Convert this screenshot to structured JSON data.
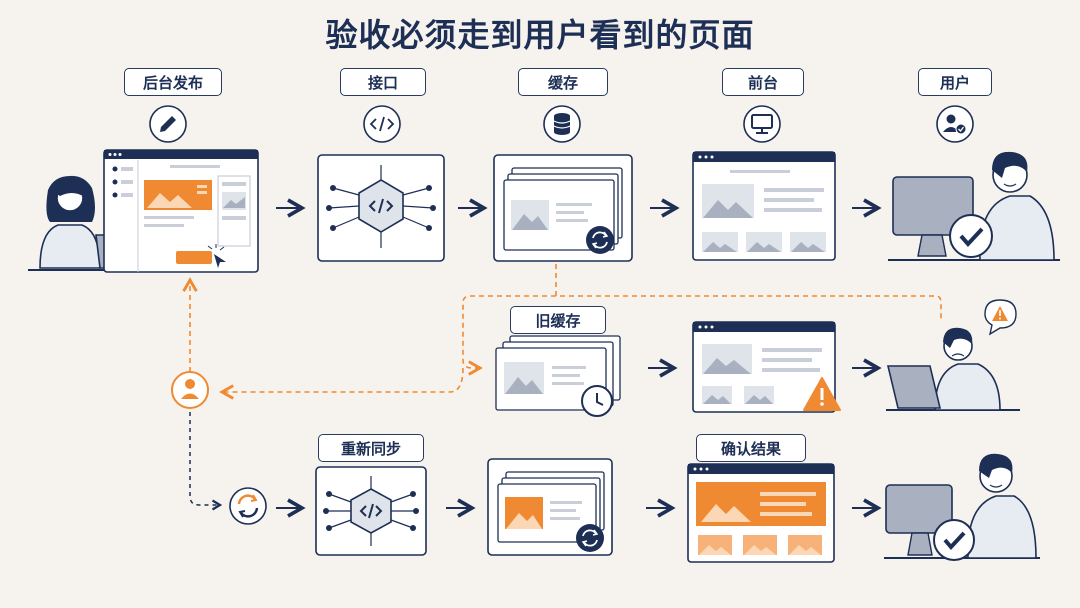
{
  "title": "验收必须走到用户看到的页面",
  "row1": {
    "backend": "后台发布",
    "api": "接口",
    "cache": "缓存",
    "frontend": "前台",
    "user": "用户"
  },
  "row2": {
    "old_cache": "旧缓存"
  },
  "row3": {
    "resync": "重新同步",
    "confirm": "确认结果"
  },
  "colors": {
    "navy": "#1d2f55",
    "orange": "#f08a32",
    "gray": "#c9ced8",
    "background": "#f6f3ee"
  },
  "icons": [
    "pencil-icon",
    "code-icon",
    "database-icon",
    "monitor-icon",
    "user-check-icon",
    "sync-icon",
    "clock-icon",
    "warning-icon",
    "person-icon"
  ]
}
